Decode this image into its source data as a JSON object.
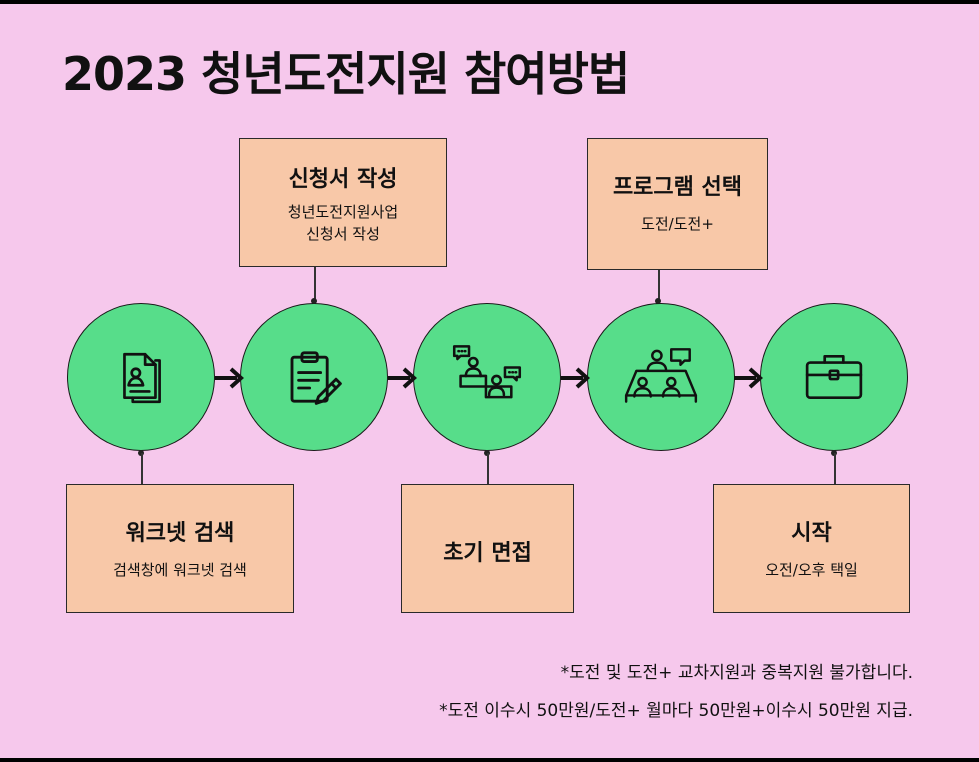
{
  "title": "2023 청년도전지원 참여방법",
  "steps_top": [
    {
      "head": "신청서 작성",
      "sub1": "청년도전지원사업",
      "sub2": "신청서 작성"
    },
    {
      "head": "프로그램 선택",
      "sub1": "도전/도전+"
    }
  ],
  "steps_bottom": [
    {
      "head": "워크넷 검색",
      "sub1": "검색창에 워크넷 검색"
    },
    {
      "head": "초기 면접"
    },
    {
      "head": "시작",
      "sub1": "오전/오후 택일"
    }
  ],
  "icons": [
    "document-user-icon",
    "clipboard-pen-icon",
    "interview-chat-icon",
    "meeting-table-icon",
    "briefcase-icon"
  ],
  "notes": [
    "*도전 및 도전+ 교차지원과 중복지원 불가합니다.",
    "*도전 이수시 50만원/도전+ 월마다 50만원+이수시 50만원 지급."
  ],
  "colors": {
    "background": "#f6c8ec",
    "circle": "#57dd8a",
    "box": "#f8c8a8",
    "text": "#111111"
  }
}
